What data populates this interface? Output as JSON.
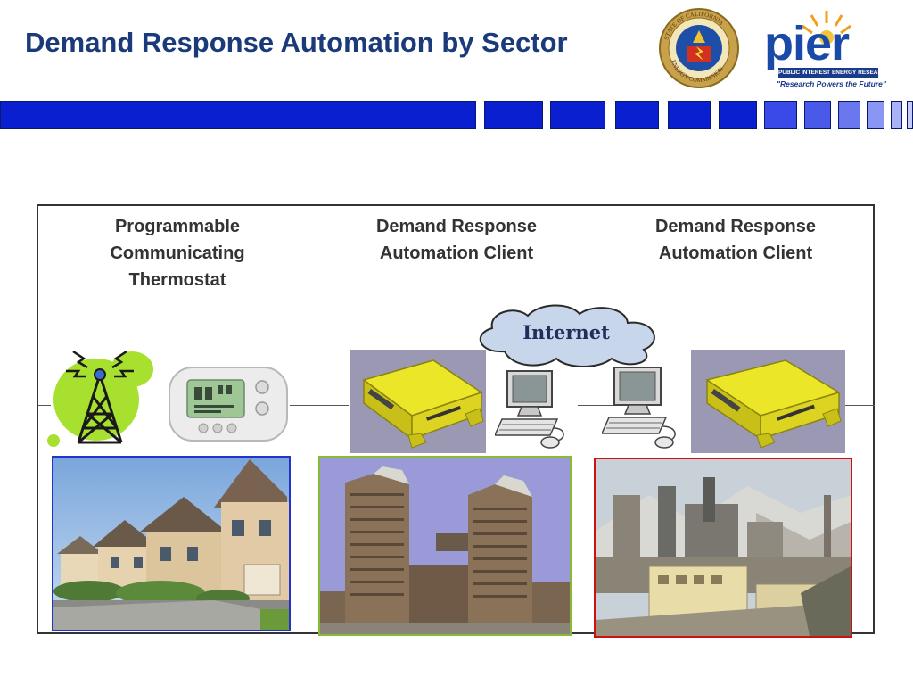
{
  "slide": {
    "title": "Demand Response Automation by Sector"
  },
  "logos": {
    "cec_seal_text_top": "STATE OF CALIFORNIA",
    "cec_seal_text_bottom": "ENERGY COMMISSION",
    "pier_word": "pier",
    "pier_subtitle": "PUBLIC INTEREST ENERGY RESEARCH",
    "pier_tagline": "\"Research Powers the Future\""
  },
  "columns": [
    {
      "heading_line1": "Programmable",
      "heading_line2": "Communicating",
      "heading_line3": "Thermostat"
    },
    {
      "heading_line1": "Demand Response",
      "heading_line2": "Automation Client"
    },
    {
      "heading_line1": "Demand Response",
      "heading_line2": "Automation Client"
    }
  ],
  "network": {
    "cloud_label": "Internet"
  },
  "colors": {
    "title": "#1a3a7a",
    "bar_dark": "#0a1fd0",
    "bar_light": "#6a78f0",
    "border_residential": "#2233cc",
    "border_commercial": "#88bb33",
    "border_industrial": "#cc1111",
    "device_yellow": "#e8e020"
  },
  "icons": [
    "cec-seal-icon",
    "pier-logo-icon",
    "radio-tower-icon",
    "thermostat-icon",
    "dr-client-box-icon",
    "computer-icon",
    "cloud-icon"
  ]
}
